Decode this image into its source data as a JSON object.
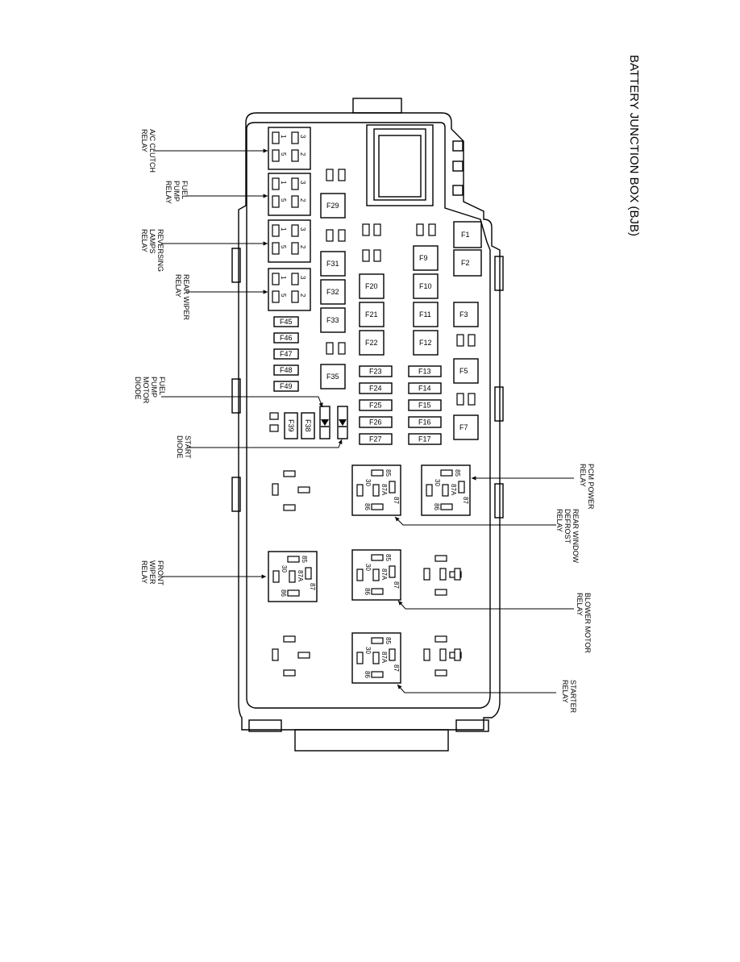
{
  "title": "BATTERY JUNCTION BOX (BJB)",
  "callouts": {
    "ac_clutch_relay": [
      "A/C CLUTCH",
      "RELAY"
    ],
    "fuel_pump_relay": [
      "FUEL",
      "PUMP",
      "RELAY"
    ],
    "reversing_lamps_relay": [
      "REVERSING",
      "LAMPS",
      "RELAY"
    ],
    "rear_wiper_relay": [
      "REAR WIPER",
      "RELAY"
    ],
    "fuel_pump_motor_diode": [
      "FUEL",
      "PUMP",
      "MOTOR",
      "DIODE"
    ],
    "start_diode": [
      "START",
      "DIODE"
    ],
    "front_wiper_relay": [
      "FRONT",
      "WIPER",
      "RELAY"
    ],
    "pcm_power_relay": [
      "PCM POWER",
      "RELAY"
    ],
    "rear_window_defrost_relay": [
      "REAR WINDOW",
      "DEFROST",
      "RELAY"
    ],
    "blower_motor_relay": [
      "BLOWER MOTOR",
      "RELAY"
    ],
    "starter_relay": [
      "STARTER",
      "RELAY"
    ]
  },
  "mini_relay_pins": [
    "1",
    "3",
    "5",
    "2"
  ],
  "iso_relay_pins": [
    "85",
    "30",
    "87A",
    "87",
    "86"
  ],
  "fuses": {
    "F1": "F1",
    "F2": "F2",
    "F3": "F3",
    "F5": "F5",
    "F7": "F7",
    "F9": "F9",
    "F10": "F10",
    "F11": "F11",
    "F12": "F12",
    "F13": "F13",
    "F14": "F14",
    "F15": "F15",
    "F16": "F16",
    "F17": "F17",
    "F20": "F20",
    "F21": "F21",
    "F22": "F22",
    "F23": "F23",
    "F24": "F24",
    "F25": "F25",
    "F26": "F26",
    "F27": "F27",
    "F29": "F29",
    "F31": "F31",
    "F32": "F32",
    "F33": "F33",
    "F35": "F35",
    "F38": "F38",
    "F39": "F39",
    "F45": "F45",
    "F46": "F46",
    "F47": "F47",
    "F48": "F48",
    "F49": "F49"
  }
}
